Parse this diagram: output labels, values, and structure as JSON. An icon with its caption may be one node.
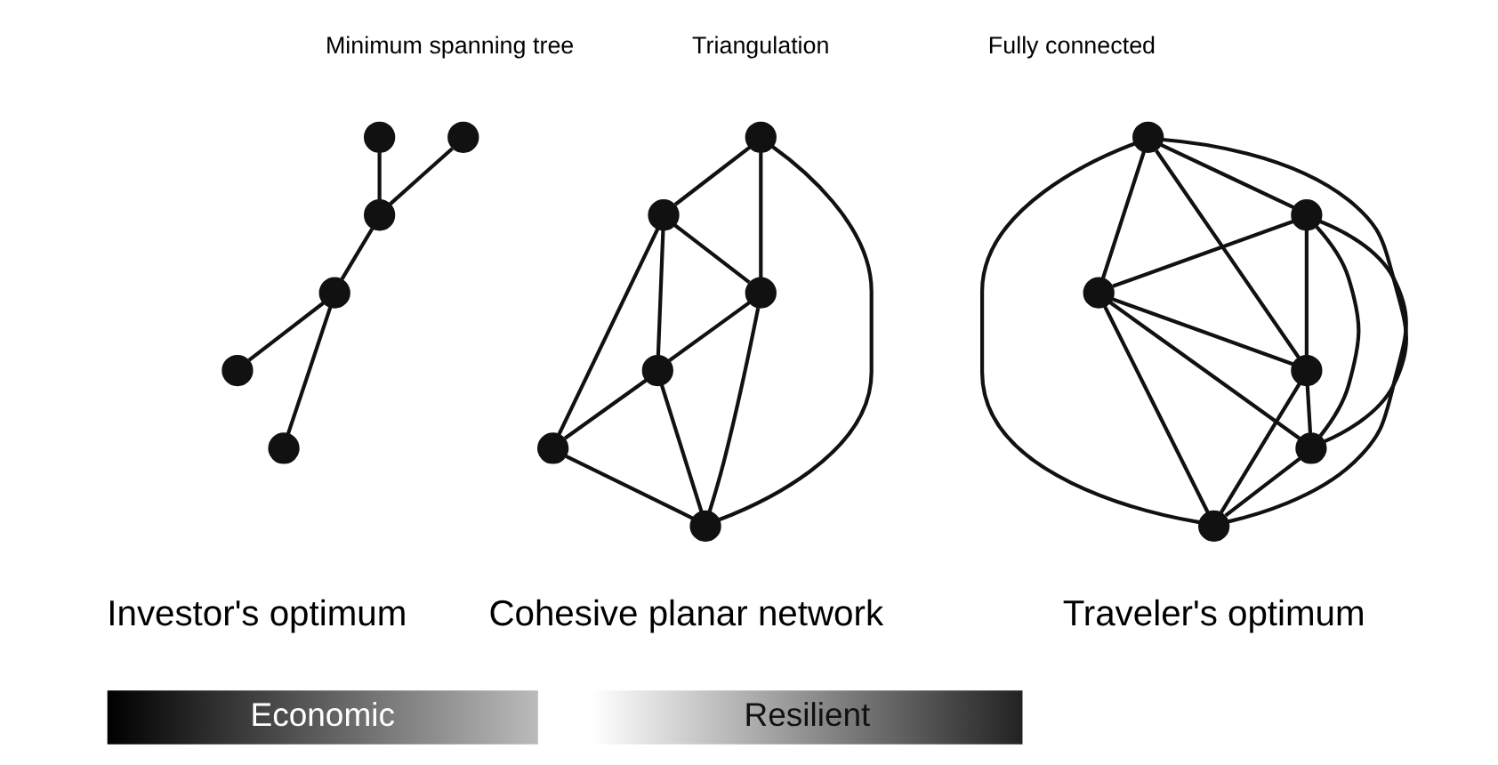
{
  "diagram": {
    "nodes": [
      {
        "text": [],
        "shape": "circle"
      },
      {
        "text": [],
        "shape": "circle"
      },
      {
        "text": [],
        "shape": "circle"
      },
      {
        "text": [],
        "shape": "circle"
      },
      {
        "text": [],
        "shape": "circle"
      },
      {
        "text": [],
        "shape": "circle"
      },
      {
        "text": [],
        "shape": "circle"
      },
      {
        "text": [],
        "shape": "circle"
      },
      {
        "text": [],
        "shape": "circle"
      },
      {
        "text": [],
        "shape": "circle"
      },
      {
        "text": [],
        "shape": "circle"
      },
      {
        "text": [],
        "shape": "circle"
      },
      {
        "text": [],
        "shape": "circle"
      },
      {
        "text": [],
        "shape": "circle"
      },
      {
        "text": [],
        "shape": "circle"
      },
      {
        "text": [],
        "shape": "circle"
      },
      {
        "text": [],
        "shape": "circle"
      },
      {
        "text": [],
        "shape": "circle"
      }
    ],
    "edges": [
      {
        "from": 0,
        "to": 2,
        "arrow": "none"
      },
      {
        "from": 1,
        "to": 2,
        "arrow": "none"
      },
      {
        "from": 2,
        "to": 3,
        "arrow": "none"
      },
      {
        "from": 3,
        "to": 4,
        "arrow": "none"
      },
      {
        "from": 3,
        "to": 5,
        "arrow": "none"
      },
      {
        "from": 6,
        "to": 7,
        "arrow": "none"
      },
      {
        "from": 6,
        "to": 8,
        "arrow": "none"
      },
      {
        "from": 7,
        "to": 8,
        "arrow": "none"
      },
      {
        "from": 7,
        "to": 11,
        "arrow": "none"
      },
      {
        "from": 7,
        "to": 9,
        "arrow": "none"
      },
      {
        "from": 8,
        "to": 9,
        "arrow": "none"
      },
      {
        "from": 8,
        "to": 10,
        "arrow": "none"
      },
      {
        "from": 6,
        "to": 10,
        "arrow": "none"
      },
      {
        "from": 9,
        "to": 10,
        "arrow": "none"
      },
      {
        "from": 9,
        "to": 11,
        "arrow": "none"
      },
      {
        "from": 11,
        "to": 10,
        "arrow": "none"
      },
      {
        "from": 12,
        "to": 13,
        "arrow": "none"
      },
      {
        "from": 12,
        "to": 14,
        "arrow": "none"
      },
      {
        "from": 12,
        "to": 15,
        "arrow": "none"
      },
      {
        "from": 12,
        "to": 16,
        "arrow": "none"
      },
      {
        "from": 12,
        "to": 17,
        "arrow": "none"
      },
      {
        "from": 13,
        "to": 14,
        "arrow": "none"
      },
      {
        "from": 13,
        "to": 15,
        "arrow": "none"
      },
      {
        "from": 13,
        "to": 16,
        "arrow": "none"
      },
      {
        "from": 13,
        "to": 17,
        "arrow": "none"
      },
      {
        "from": 14,
        "to": 15,
        "arrow": "none"
      },
      {
        "from": 14,
        "to": 16,
        "arrow": "none"
      },
      {
        "from": 14,
        "to": 17,
        "arrow": "none"
      },
      {
        "from": 15,
        "to": 16,
        "arrow": "none"
      },
      {
        "from": 15,
        "to": 17,
        "arrow": "none"
      },
      {
        "from": 16,
        "to": 17,
        "arrow": "none"
      }
    ],
    "labels": [
      "Minimum spanning tree",
      "Triangulation",
      "Fully connected",
      "Investor's optimum",
      "Cohesive planar network",
      "Traveler's optimum",
      "Economic",
      "Resilient"
    ]
  }
}
